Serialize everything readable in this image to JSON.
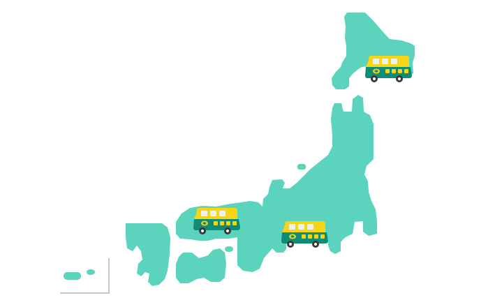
{
  "colors": {
    "land": "#5cd3bd",
    "background": "#ffffff",
    "inset_frame": "#c8c8c8",
    "bus_roof": "#f7d414",
    "bus_body": "#0e8c76",
    "bus_window": "#dcefe9",
    "bus_stripe_window": "#f7d414",
    "wheel": "#3a3a3a",
    "hub": "#ffffff"
  },
  "markers": [
    {
      "id": "hokkaido",
      "icon": "delivery-bus-icon"
    },
    {
      "id": "chugoku",
      "icon": "delivery-bus-icon"
    },
    {
      "id": "kansai",
      "icon": "delivery-bus-icon"
    }
  ],
  "regions": [
    "hokkaido",
    "honshu",
    "shikoku",
    "kyushu",
    "okinawa-inset"
  ]
}
